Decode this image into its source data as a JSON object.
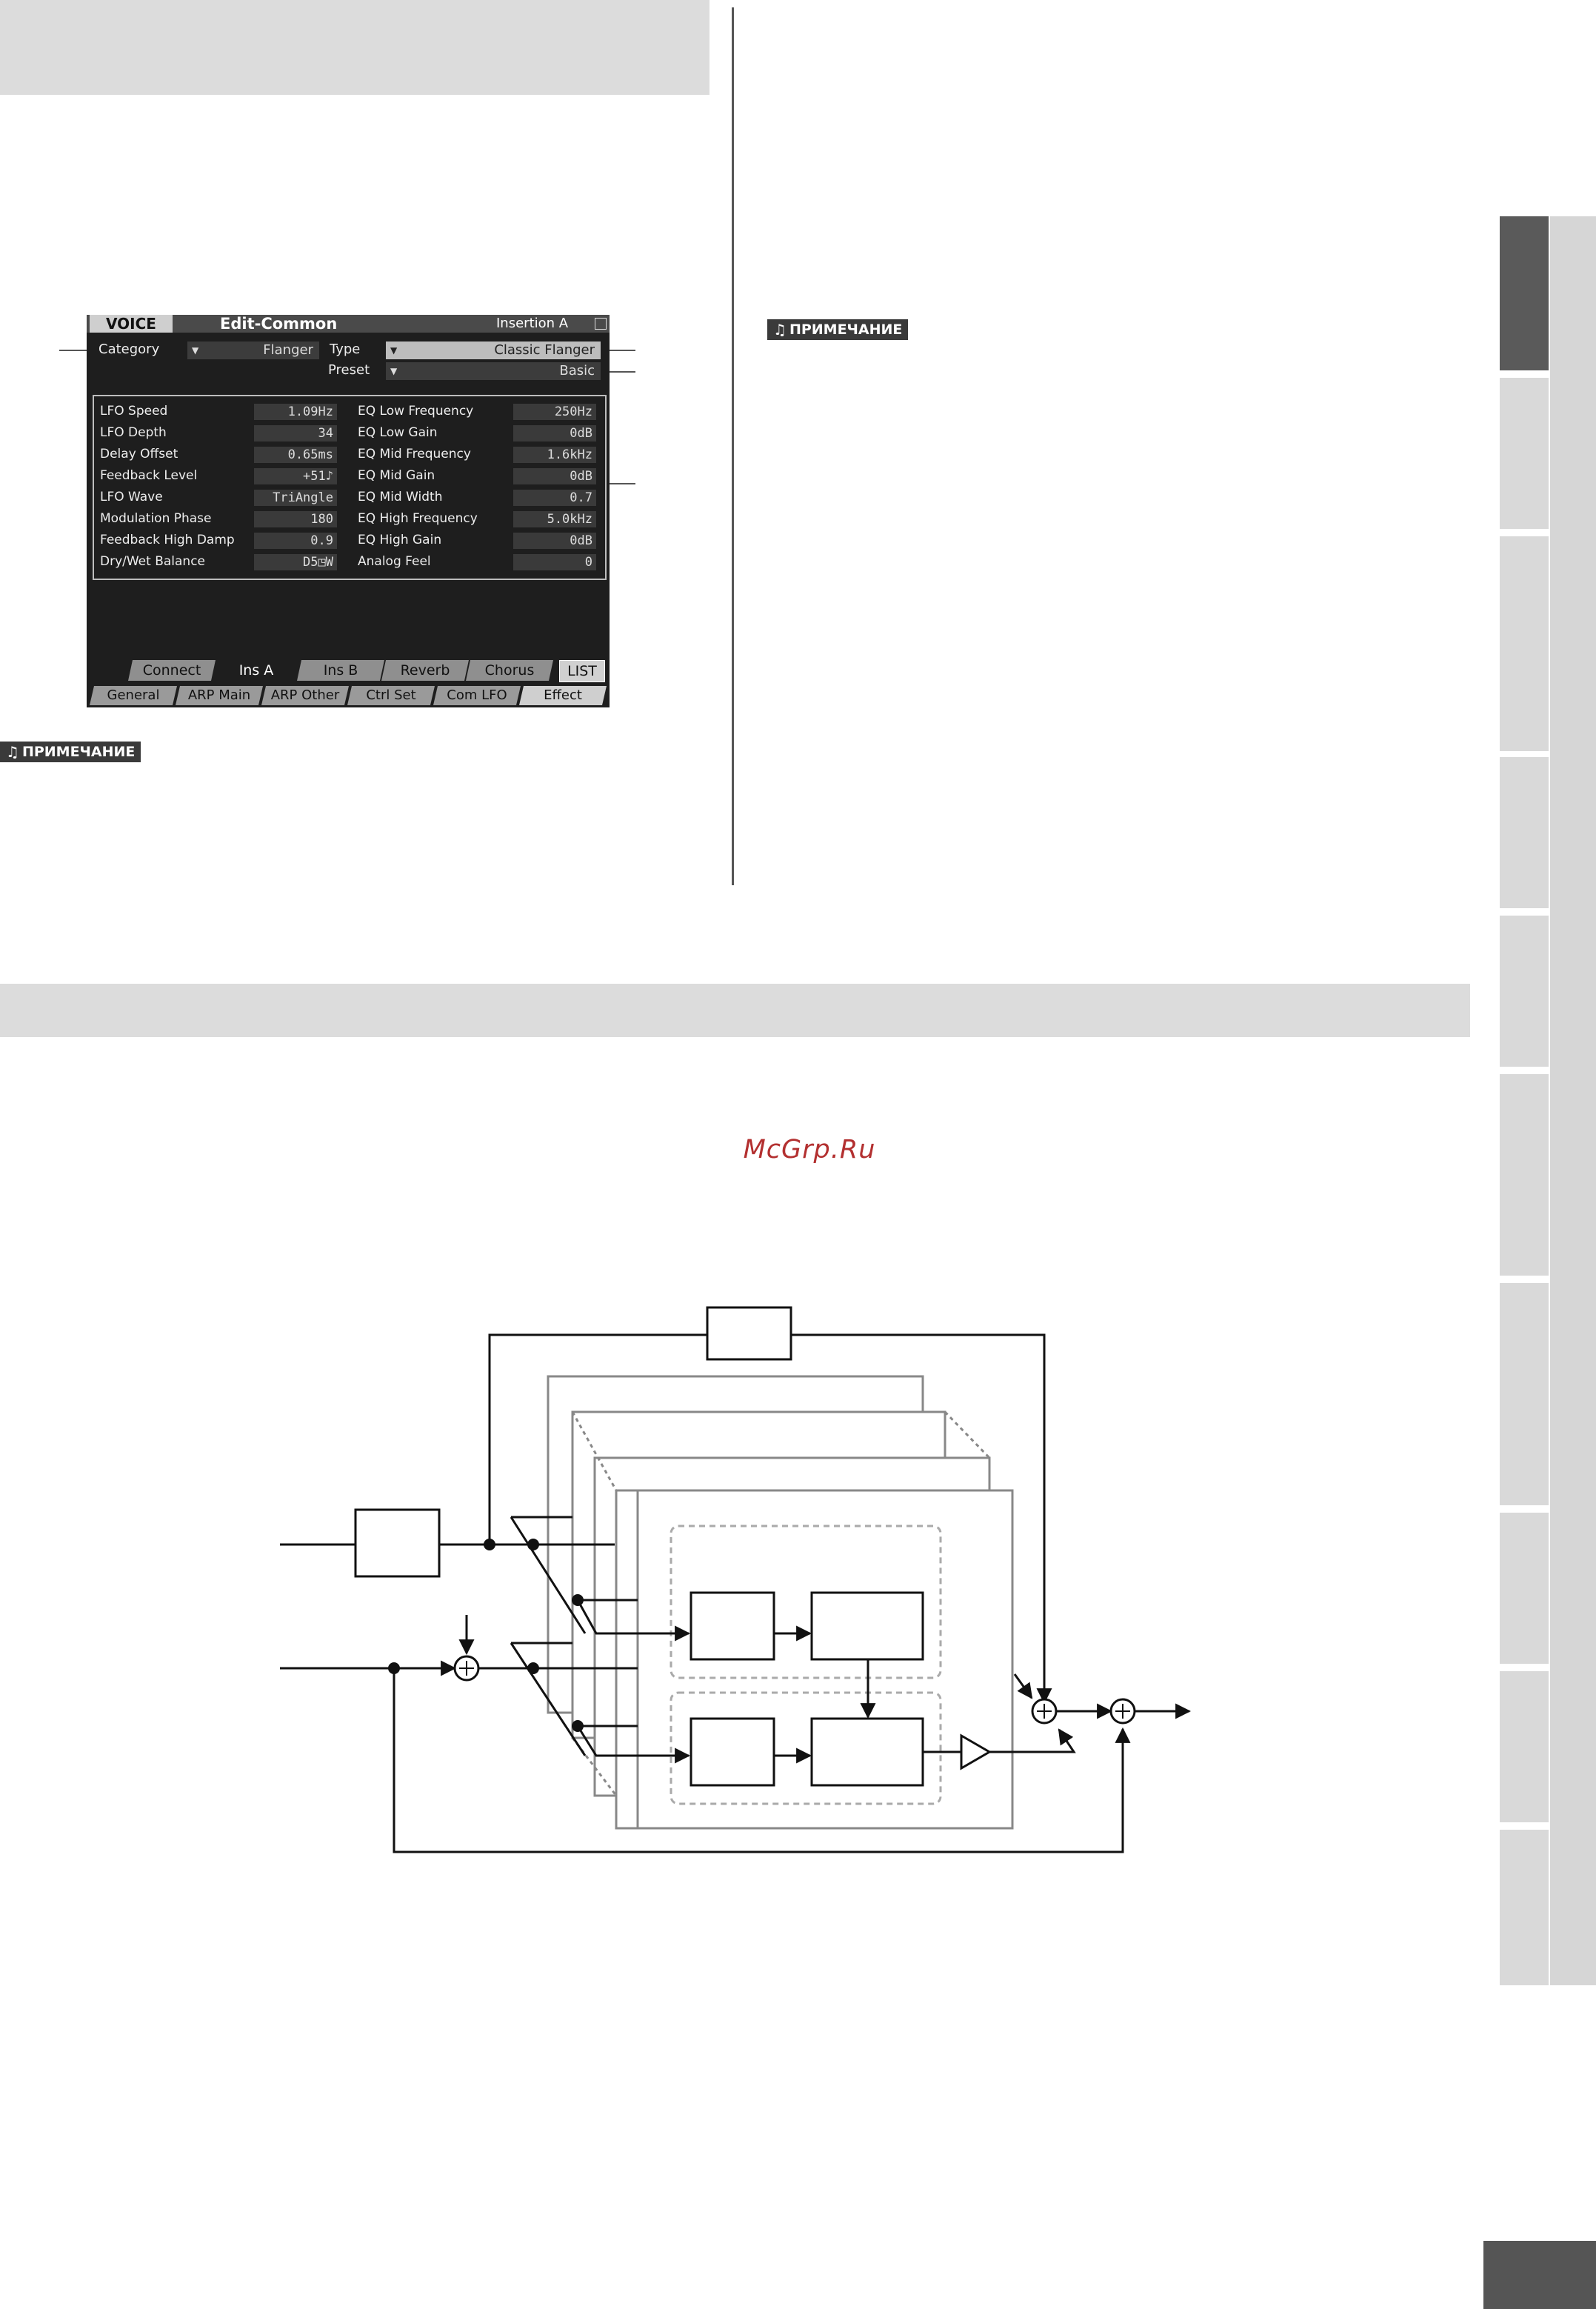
{
  "screen": {
    "mode": "VOICE",
    "title": "Edit-Common",
    "insertion": "Insertion A",
    "category_label": "Category",
    "category_value": "Flanger",
    "type_label": "Type",
    "type_value": "Classic Flanger",
    "preset_label": "Preset",
    "preset_value": "Basic",
    "left_params": [
      {
        "label": "LFO Speed",
        "value": "1.09Hz"
      },
      {
        "label": "LFO Depth",
        "value": "34"
      },
      {
        "label": "Delay Offset",
        "value": "0.65ms"
      },
      {
        "label": "Feedback Level",
        "value": "+51♪"
      },
      {
        "label": "LFO Wave",
        "value": "TriAngle"
      },
      {
        "label": "Modulation Phase",
        "value": "180"
      },
      {
        "label": "Feedback High Damp",
        "value": "0.9"
      },
      {
        "label": "Dry/Wet Balance",
        "value": "D5◳W"
      }
    ],
    "right_params": [
      {
        "label": "EQ Low Frequency",
        "value": "250Hz"
      },
      {
        "label": "EQ Low Gain",
        "value": "0dB"
      },
      {
        "label": "EQ Mid Frequency",
        "value": "1.6kHz"
      },
      {
        "label": "EQ Mid Gain",
        "value": "0dB"
      },
      {
        "label": "EQ Mid Width",
        "value": "0.7"
      },
      {
        "label": "EQ High Frequency",
        "value": "5.0kHz"
      },
      {
        "label": "EQ High Gain",
        "value": "0dB"
      },
      {
        "label": "Analog Feel",
        "value": "0"
      }
    ],
    "tabs": [
      "Connect",
      "Ins A",
      "Ins B",
      "Reverb",
      "Chorus"
    ],
    "list_label": "LIST",
    "bottom_tabs": [
      "General",
      "ARP Main",
      "ARP Other",
      "Ctrl Set",
      "Com LFO",
      "Effect"
    ]
  },
  "notes": [
    "ПРИМЕЧАНИЕ",
    "ПРИМЕЧАНИЕ"
  ],
  "watermark": "McGrp.Ru"
}
